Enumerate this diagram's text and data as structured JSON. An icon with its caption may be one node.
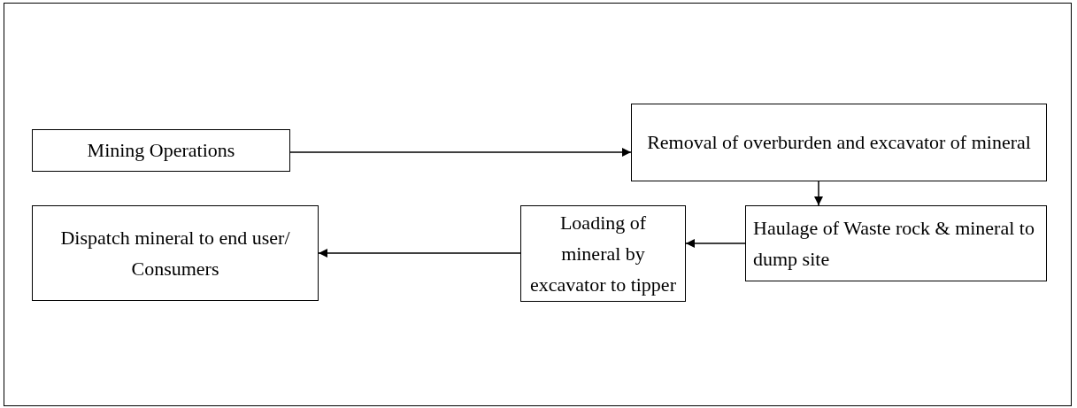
{
  "diagram": {
    "nodes": [
      {
        "text": [
          "Mining Operations"
        ]
      },
      {
        "text": [
          "Removal of overburden and excavator of mineral"
        ]
      },
      {
        "text": [
          "Haulage of Waste rock & mineral to dump site"
        ]
      },
      {
        "text": [
          "Loading of mineral by excavator to tipper"
        ]
      },
      {
        "text": [
          "Dispatch mineral to end user/ Consumers"
        ]
      }
    ],
    "edges": [
      {
        "from": 0,
        "to": 1,
        "arrow": "to"
      },
      {
        "from": 1,
        "to": 2,
        "arrow": "to"
      },
      {
        "from": 2,
        "to": 3,
        "arrow": "to"
      },
      {
        "from": 3,
        "to": 4,
        "arrow": "to"
      }
    ]
  }
}
